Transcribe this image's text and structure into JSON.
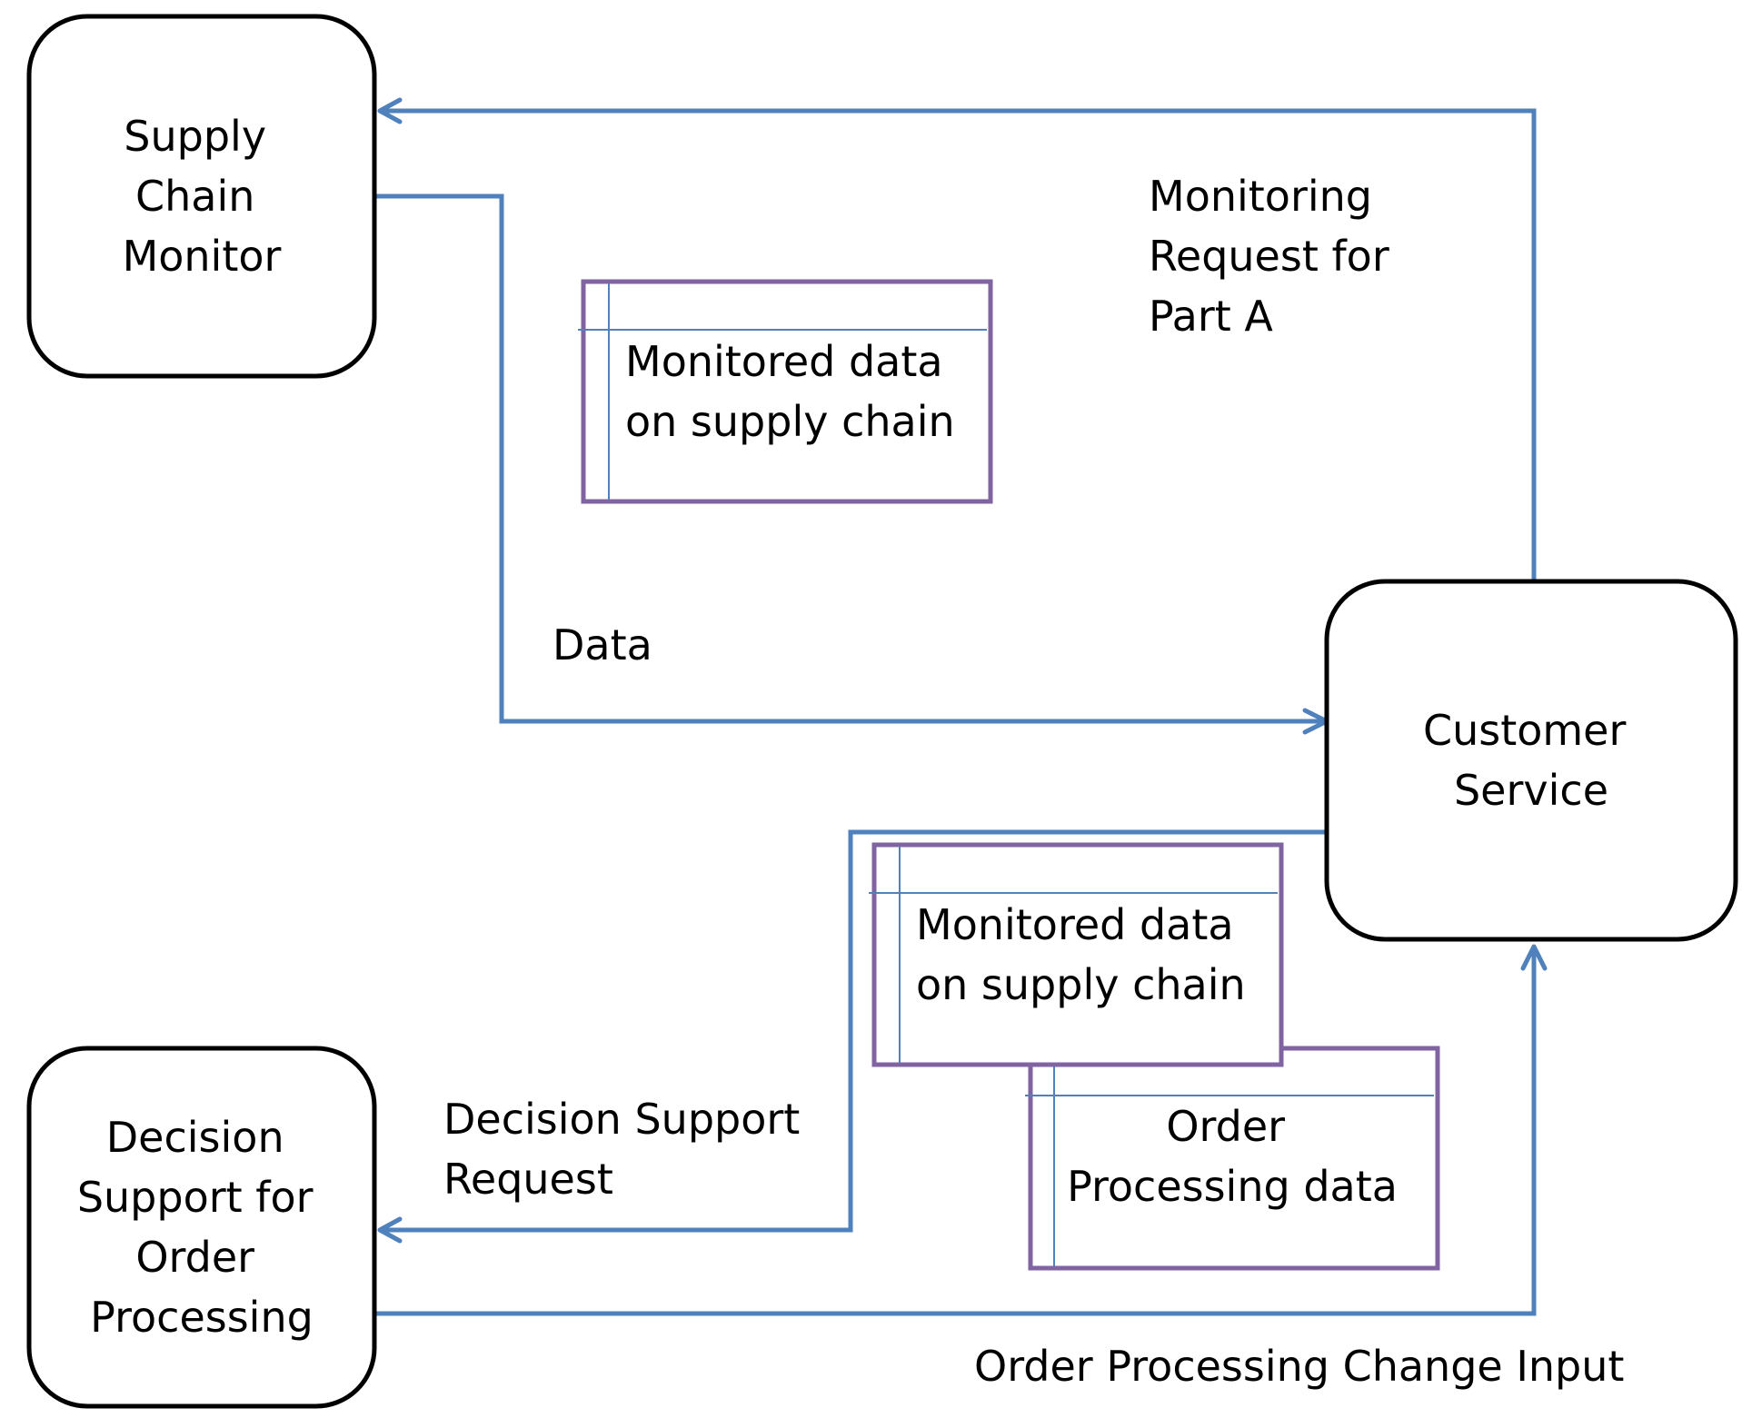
{
  "processes": {
    "supply_chain_monitor": [
      "Supply",
      "Chain",
      "Monitor"
    ],
    "customer_service": [
      "Customer",
      "Service"
    ],
    "decision_support": [
      "Decision",
      "Support for",
      "Order",
      "Processing"
    ]
  },
  "data_stores": {
    "monitored_top": [
      "Monitored data",
      "on supply chain"
    ],
    "monitored_bottom": [
      "Monitored data",
      "on supply chain"
    ],
    "order_processing": [
      "Order",
      "Processing data"
    ]
  },
  "flows": {
    "monitoring_request": [
      "Monitoring",
      "Request for",
      "Part A"
    ],
    "data": "Data",
    "decision_support_request": [
      "Decision Support",
      "Request"
    ],
    "order_processing_change": "Order Processing Change Input"
  },
  "colors": {
    "flow": "#4f81bd",
    "store_border": "#8064a2",
    "process_border": "#000000"
  }
}
